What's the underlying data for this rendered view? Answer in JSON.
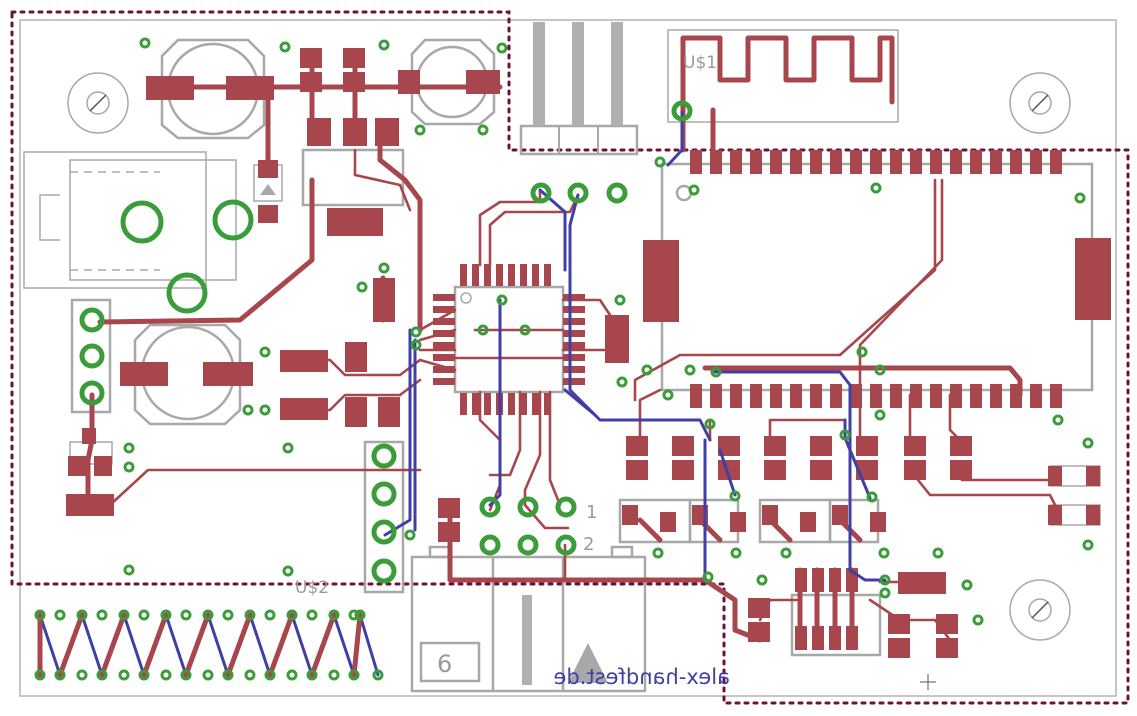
{
  "board": {
    "parts": {
      "wifi_module": "U$1",
      "coil_part": "U$2"
    },
    "pin_numbers": {
      "pin1": "1",
      "pin2": "2"
    },
    "connector_label": "6",
    "credit": "alex-handfest.de"
  },
  "colors": {
    "top_copper": "#a8464d",
    "bottom_copper": "#3f3fa5",
    "vias": "#3a9d3a",
    "silkscreen": "#a8a8a8",
    "keepout": "#6b1236"
  }
}
